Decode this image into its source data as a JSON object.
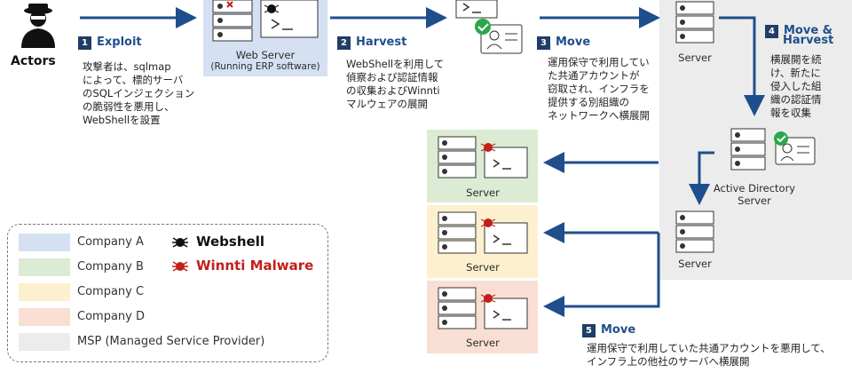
{
  "actors": {
    "label": "Actors"
  },
  "steps": [
    {
      "num": "1",
      "title": "Exploit",
      "desc": "攻撃者は、sqlmap\nによって、標的サーバ\nのSQLインジェクション\nの脆弱性を悪用し、\nWebShellを設置"
    },
    {
      "num": "2",
      "title": "Harvest",
      "desc": "WebShellを利用して\n偵察および認証情報\nの収集およびWinnti\nマルウェアの展開"
    },
    {
      "num": "3",
      "title": "Move",
      "desc": "運用保守で利用してい\nた共通アカウントが\n窃取され、インフラを\n提供する別組織の\nネットワークへ横展開"
    },
    {
      "num": "4",
      "title": "Move &",
      "title2": "Harvest",
      "desc": "横展開を続\nけ、新たに\n侵入した組\n織の認証情\n報を収集"
    },
    {
      "num": "5",
      "title": "Move",
      "desc": "運用保守で利用していた共通アカウントを悪用して、\nインフラ上の他社のサーバへ横展開"
    }
  ],
  "web_server": {
    "label": "Web Server",
    "sub": "(Running ERP software)"
  },
  "servers": {
    "msp_top": "Server",
    "msp_bottom": "Server",
    "b": "Server",
    "c": "Server",
    "d": "Server"
  },
  "active_directory": {
    "label": "Active Directory",
    "label2": "Server"
  },
  "legend": {
    "items": [
      {
        "label": "Company A",
        "color": "#d5e1f2"
      },
      {
        "label": "Company B",
        "color": "#dcebd3"
      },
      {
        "label": "Company C",
        "color": "#fdf0cf"
      },
      {
        "label": "Company D",
        "color": "#f9dfd3"
      },
      {
        "label": "MSP (Managed Service Provider)",
        "color": "#ececec"
      }
    ],
    "webshell": "Webshell",
    "winnti": "Winnti Malware"
  },
  "colors": {
    "arrow": "#1f4e8c",
    "winnti": "#c0201c",
    "check": "#2aa84a"
  }
}
